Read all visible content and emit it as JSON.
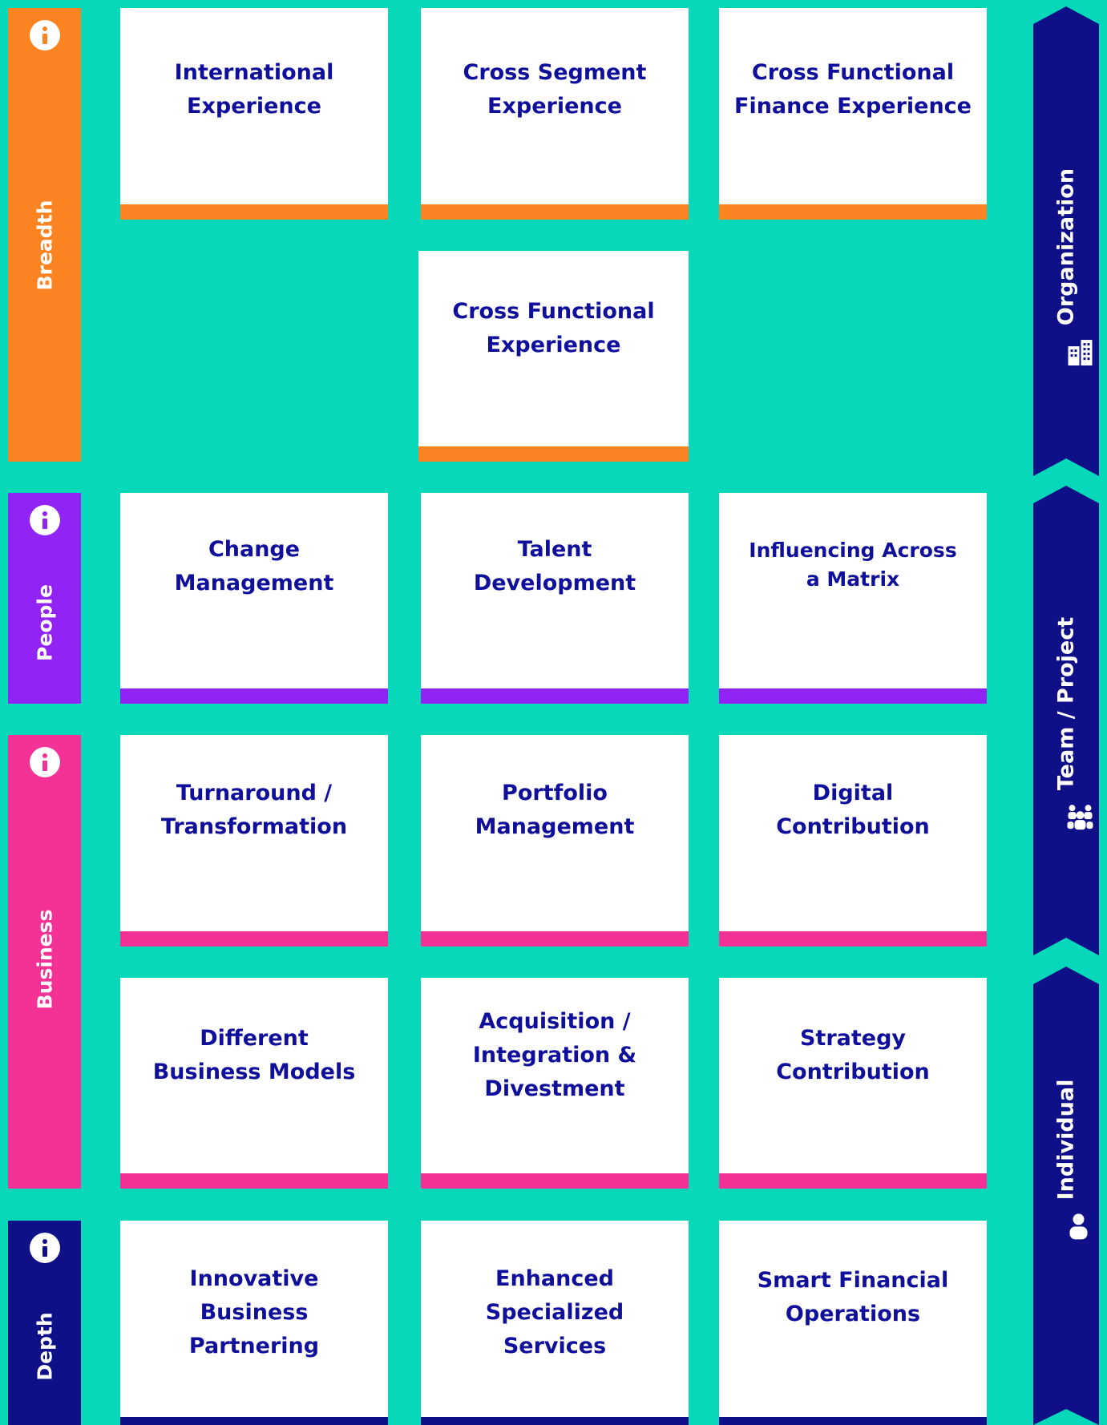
{
  "categories": [
    {
      "key": "breadth",
      "label": "Breadth",
      "color": "#fb8322"
    },
    {
      "key": "people",
      "label": "People",
      "color": "#9123f4"
    },
    {
      "key": "business",
      "label": "Business",
      "color": "#f43296"
    },
    {
      "key": "depth",
      "label": "Depth",
      "color": "#0f0f87"
    }
  ],
  "cards": {
    "breadth": [
      "International\nExperience",
      "Cross Segment\nExperience",
      "Cross Functional\nFinance Experience",
      "Cross Functional\nExperience"
    ],
    "people": [
      "Change\nManagement",
      "Talent\nDevelopment",
      "Influencing Across\na Matrix"
    ],
    "business": [
      "Turnaround /\nTransformation",
      "Portfolio\nManagement",
      "Digital\nContribution",
      "Different\nBusiness Models",
      "Acquisition /\nIntegration &\nDivestment",
      "Strategy\nContribution"
    ],
    "depth": [
      "Innovative Business\nPartnering",
      "Enhanced\nSpecialized Services",
      "Smart Financial\nOperations"
    ]
  },
  "levels": [
    {
      "label": "Organization",
      "icon": "building-icon"
    },
    {
      "label": "Team / Project",
      "icon": "team-icon"
    },
    {
      "label": "Individual",
      "icon": "person-icon"
    }
  ],
  "colors": {
    "background": "#07d8b9",
    "card_text": "#0f0f9b",
    "arrow": "#0f0f87"
  }
}
